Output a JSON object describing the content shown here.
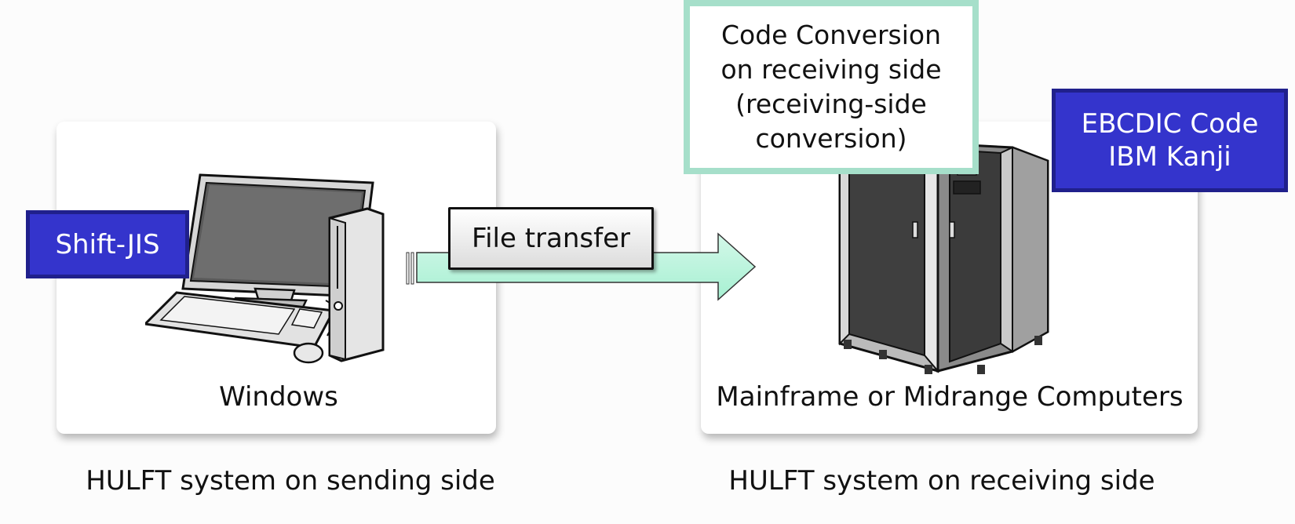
{
  "sending": {
    "device_label": "Windows",
    "system_label": "HULFT system on sending side",
    "code_label": "Shift-JIS"
  },
  "transfer": {
    "label": "File transfer",
    "arrow_color": "#a6f0d2"
  },
  "conversion_note": {
    "lines": [
      "Code Conversion",
      "on receiving side",
      "(receiving-side",
      "conversion)"
    ],
    "border_color": "#a6dfca"
  },
  "receiving": {
    "device_label": "Mainframe or Midrange Computers",
    "system_label": "HULFT system on receiving side",
    "code_lines": [
      "EBCDIC Code",
      "IBM Kanji"
    ]
  },
  "colors": {
    "code_box_fill": "#3434cc",
    "code_box_border": "#20208c"
  }
}
